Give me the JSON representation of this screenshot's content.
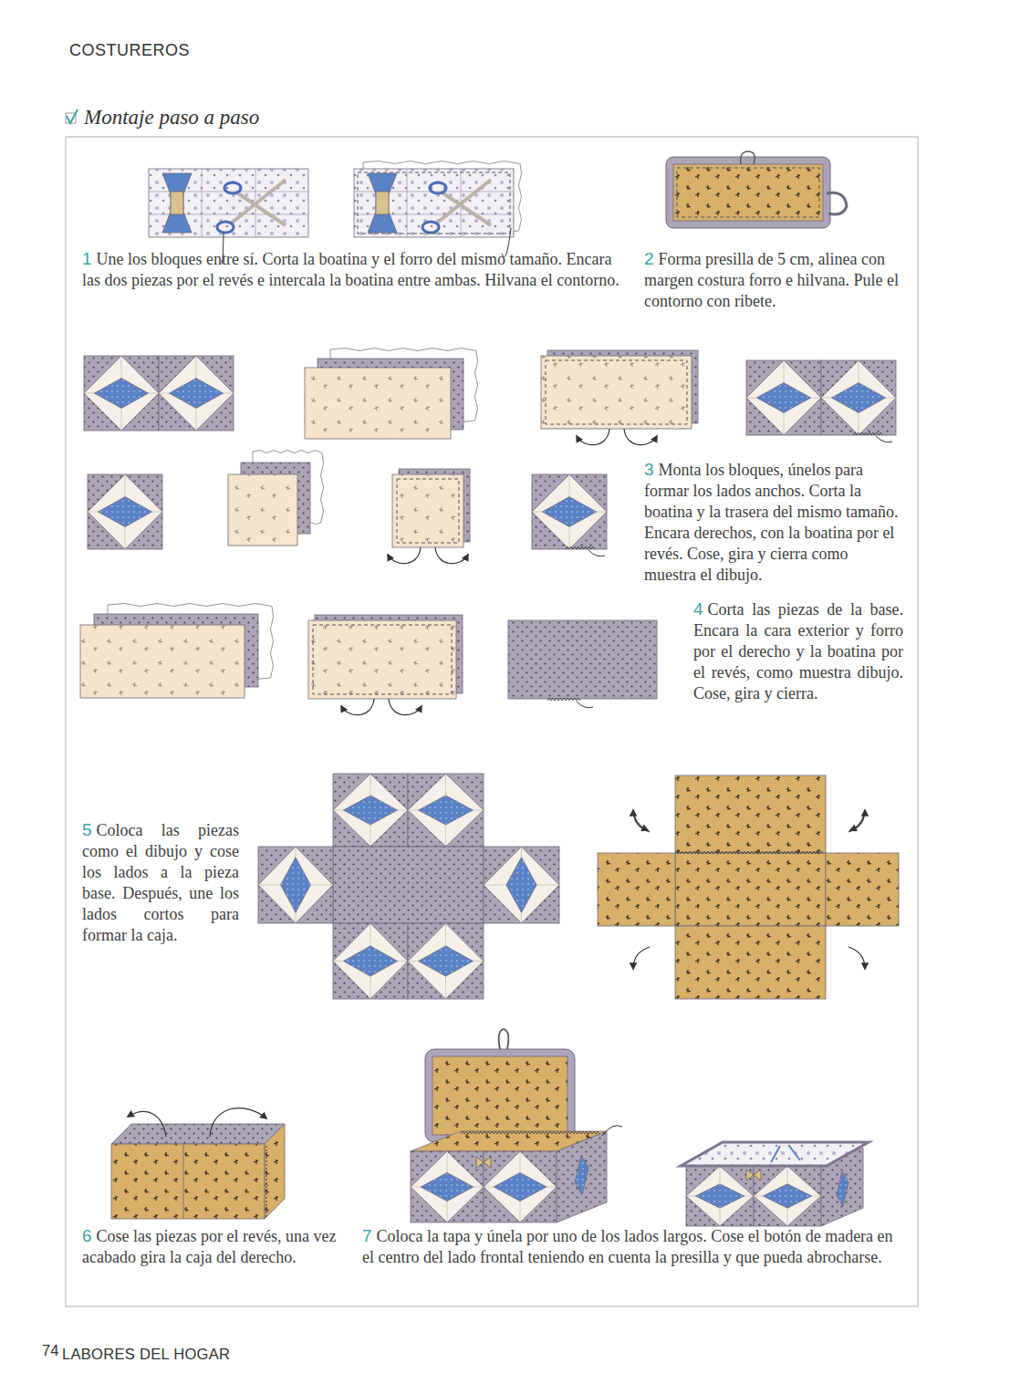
{
  "diagram": {
    "title": "Montaje paso a paso",
    "labels": [
      "COSTUREROS",
      "1",
      "Une los bloques entre sí. Corta la boatina y el forro del mismo tamaño. Encara las dos piezas por el revés e intercala la boatina entre ambas. Hilvana el contorno.",
      "2",
      "Forma presilla de 5 cm, alinea con margen costura forro e hilvana. Pule el contorno con ribete.",
      "3",
      "Monta los bloques, únelos para formar los lados anchos. Corta la boatina y la trasera del mismo tamaño. Encara derechos, con la boatina por el revés. Cose, gira y cierra como muestra el dibujo.",
      "4",
      "Corta las piezas de la base. Encara la cara exterior y forro por el derecho y la boatina por el revés, como muestra dibujo. Cose, gira y cierra.",
      "5",
      "Coloca las piezas como el dibujo y cose los lados a la pieza base. Después, une los lados cortos para formar la caja.",
      "6",
      "Cose las piezas por el revés, una vez acabado gira la caja del derecho.",
      "7",
      "Coloca la tapa y únela por uno de los lados largos. Cose el botón de madera en el centro del lado frontal teniendo en cuenta la presilla y que pueda abrocharse.",
      "74",
      "LABORES DEL HOGAR"
    ]
  }
}
